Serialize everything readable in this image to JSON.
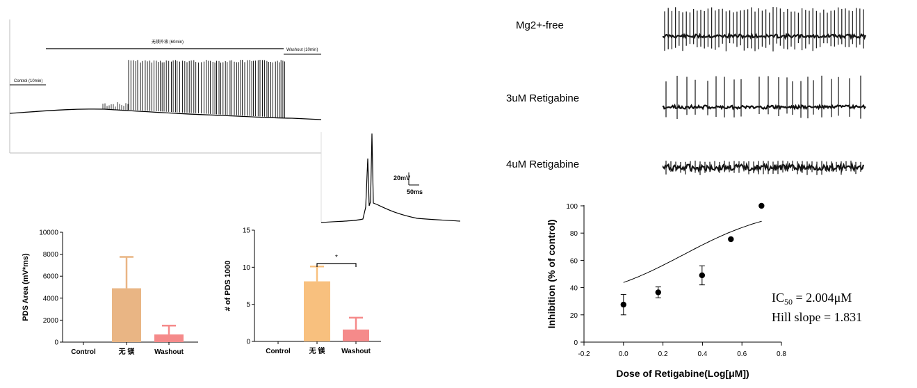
{
  "trace_panel": {
    "control_label": "Control (10min)",
    "treatment_label": "无镁外液 (60min)",
    "washout_label": "Washout (10min)"
  },
  "inset": {
    "v_scale": "20mV",
    "t_scale": "50ms"
  },
  "right_traces": {
    "labels": [
      "Mg2+-free",
      "3uM Retigabine",
      "4uM Retigabine"
    ]
  },
  "colors": {
    "orange": "#f8c07e",
    "orange_dark": "#e9b584",
    "salmon": "#f58a8a"
  },
  "chart_data": [
    {
      "type": "bar",
      "categories": [
        "Control",
        "无 镁",
        "Washout"
      ],
      "values": [
        0,
        4900,
        700
      ],
      "errors": [
        0,
        2850,
        800
      ],
      "ylabel": "PDS Area (mV*ms)",
      "ylim": [
        0,
        10000
      ],
      "yticks": [
        0,
        2000,
        4000,
        6000,
        8000,
        10000
      ],
      "colors": [
        "#ffffff",
        "#e9b584",
        "#f58a8a"
      ]
    },
    {
      "type": "bar",
      "categories": [
        "Control",
        "无 镁",
        "Washout"
      ],
      "values": [
        0,
        8.1,
        1.6
      ],
      "errors": [
        0,
        2.0,
        1.6
      ],
      "ylabel": "# of PDS 1000",
      "ylim": [
        0,
        15
      ],
      "yticks": [
        0,
        5,
        10,
        15
      ],
      "significance": "*",
      "colors": [
        "#ffffff",
        "#f8c07e",
        "#f58a8a"
      ]
    },
    {
      "type": "scatter",
      "x": [
        0.0,
        0.176,
        0.398,
        0.544,
        0.699
      ],
      "y": [
        27.5,
        36.5,
        49.0,
        75.5,
        100
      ],
      "yerr": [
        7.5,
        4.0,
        7.0,
        0,
        0
      ],
      "xlabel": "Dose of Retigabine(Log[μM])",
      "ylabel": "Inhibition (% of control)",
      "xlim": [
        -0.2,
        0.8
      ],
      "ylim": [
        0,
        100
      ],
      "xticks": [
        "-0.2",
        "0.0",
        "0.2",
        "0.4",
        "0.6",
        "0.8"
      ],
      "yticks": [
        "0",
        "20",
        "40",
        "60",
        "80",
        "100"
      ],
      "fit": {
        "bottom": 28,
        "top": 100,
        "logIC50": 0.302,
        "hill": 1.831
      },
      "annotation_ic50": "IC50 = 2.004μM",
      "annotation_hill": "Hill slope = 1.831"
    }
  ]
}
